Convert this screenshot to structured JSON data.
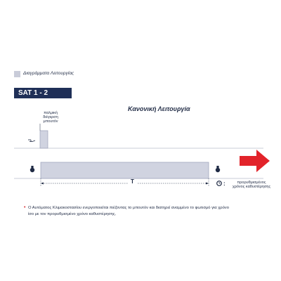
{
  "legend": {
    "label": "Διαγράμματα Λειτουργίας"
  },
  "badge": {
    "label": "SAT 1 - 2"
  },
  "diagram": {
    "title": "Κανονική Λειτουργία",
    "press_label": "παλμική διέγερση μπουτόν",
    "t_label": "T",
    "preset_label": "προρυθμισμένος χρόνος καθυστέρησης",
    "colors": {
      "bar": "#d0d3e0",
      "bar_border": "#9aa0b8",
      "arrow": "#e2232a",
      "navy": "#1f2f57"
    }
  },
  "note": {
    "bullet": "•",
    "text": "Ο Αυτόματος Κλιμακοστασίου ενεργοποιείται πιέζοντας το μπουτόν και διατηρεί αναμμένο το φωτισμό για χρόνο ίσο με τον προρυθμισμένο χρόνο καθυστέρησης."
  }
}
